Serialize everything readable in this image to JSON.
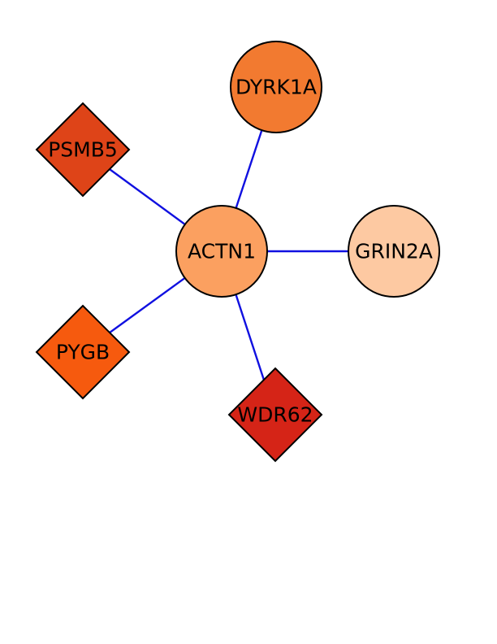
{
  "edge_color": "#1010e0",
  "nodes": [
    {
      "id": "DYRK1A",
      "label": "DYRK1A",
      "shape": "circle",
      "color": "#f27a30"
    },
    {
      "id": "PSMB5",
      "label": "PSMB5",
      "shape": "diamond",
      "color": "#de4418"
    },
    {
      "id": "ACTN1",
      "label": "ACTN1",
      "shape": "circle",
      "color": "#fba060"
    },
    {
      "id": "GRIN2A",
      "label": "GRIN2A",
      "shape": "circle",
      "color": "#fdc9a2"
    },
    {
      "id": "PYGB",
      "label": "PYGB",
      "shape": "diamond",
      "color": "#f65a0e"
    },
    {
      "id": "WDR62",
      "label": "WDR62",
      "shape": "diamond",
      "color": "#d52417"
    }
  ],
  "edges": [
    {
      "source": "ACTN1",
      "target": "DYRK1A"
    },
    {
      "source": "ACTN1",
      "target": "PSMB5"
    },
    {
      "source": "ACTN1",
      "target": "GRIN2A"
    },
    {
      "source": "ACTN1",
      "target": "PYGB"
    },
    {
      "source": "ACTN1",
      "target": "WDR62"
    }
  ]
}
